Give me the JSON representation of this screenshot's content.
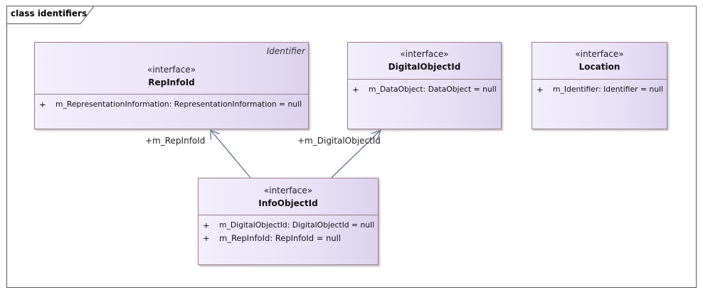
{
  "diagram": {
    "frame_title": "class identifiers",
    "classes": {
      "repinfoid": {
        "stereotype": "«interface»",
        "name": "RepInfoId",
        "tag": "Identifier",
        "attributes": [
          {
            "visibility": "+",
            "text": "m_RepresentationInformation: RepresentationInformation = null"
          }
        ]
      },
      "digitalobjectid": {
        "stereotype": "«interface»",
        "name": "DigitalObjectId",
        "attributes": [
          {
            "visibility": "+",
            "text": "m_DataObject: DataObject = null"
          }
        ]
      },
      "location": {
        "stereotype": "«interface»",
        "name": "Location",
        "attributes": [
          {
            "visibility": "+",
            "text": "m_Identifier: Identifier = null"
          }
        ]
      },
      "infoobjectid": {
        "stereotype": "«interface»",
        "name": "InfoObjectId",
        "attributes": [
          {
            "visibility": "+",
            "text": "m_DigitalObjectId: DigitalObjectId = null"
          },
          {
            "visibility": "+",
            "text": "m_RepInfoId: RepInfoId = null"
          }
        ]
      }
    },
    "associations": [
      {
        "from": "InfoObjectId",
        "to": "RepInfoId",
        "role": "+m_RepInfoId"
      },
      {
        "from": "InfoObjectId",
        "to": "DigitalObjectId",
        "role": "+m_DigitalObjectId"
      }
    ],
    "colors": {
      "class_fill_start": "#f2eefb",
      "class_fill_end": "#dcd2ef",
      "class_border": "#9a7b8a",
      "link_stroke": "#5a6e8a"
    }
  }
}
